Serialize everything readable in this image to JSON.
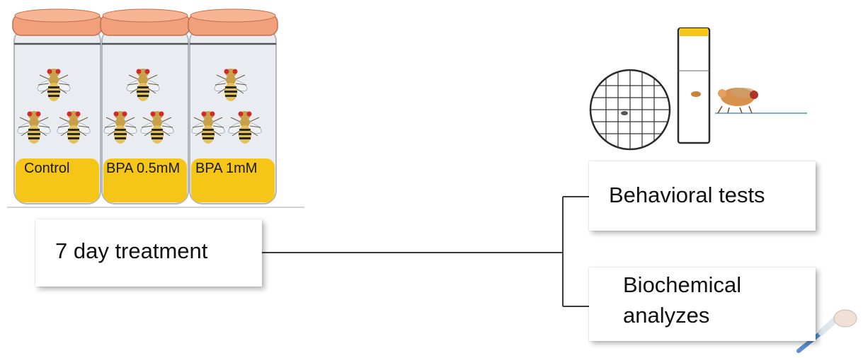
{
  "jars": [
    {
      "label": "Control"
    },
    {
      "label": "BPA 0.5mM"
    },
    {
      "label": "BPA 1mM"
    }
  ],
  "treatment": {
    "label": "7 day treatment"
  },
  "outcomes": {
    "behavioral": "Behavioral tests",
    "biochemical_line1": "Biochemical",
    "biochemical_line2": "analyzes"
  },
  "colors": {
    "lid": "#f2a07b",
    "food": "#f5c518",
    "glass": "#e9ecf1",
    "connector": "#3a3a3a"
  }
}
